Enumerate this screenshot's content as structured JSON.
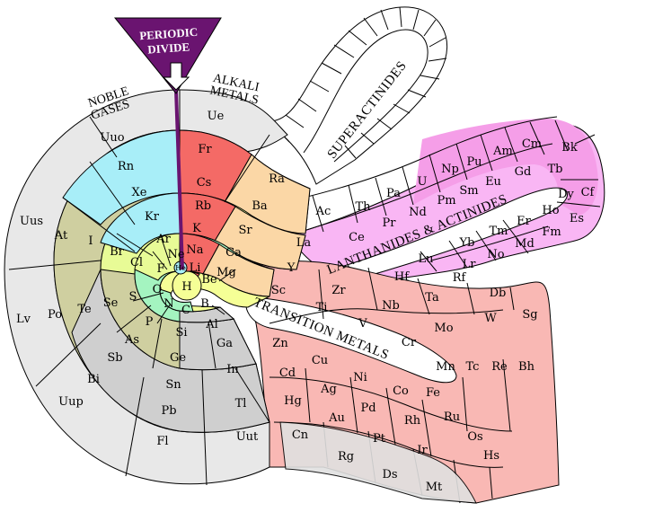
{
  "colors": {
    "alkali": "#f46a66",
    "alkaline_earth": "#fbd7a6",
    "noble": "#a8eef8",
    "halogen_region": "#e8fb96",
    "pnictogen_region": "#a4f4c0",
    "metalloid_outer": "#cfcfa0",
    "post_transition": "#cfcfcf",
    "unknown": "#e8e8e8",
    "lanthanide": "#f9b6f4",
    "actinide_alt": "#f59ee8",
    "transition": "#f9b8b4",
    "center": "#f5ff96",
    "divide": "#6a1470",
    "outline": "#000000"
  },
  "labels": {
    "periodic_divide": [
      "PERIODIC",
      "DIVIDE"
    ],
    "alkali_metals": [
      "ALKALI",
      "METALS"
    ],
    "noble_gases": [
      "NOBLE",
      "GASES"
    ],
    "superactinides": "SUPERACTINIDES",
    "lanthanides_actinides": "LANTHANIDES & ACTINIDES",
    "transition_metals": "TRANSITION METALS"
  },
  "elements": {
    "center": [
      "H",
      "He"
    ],
    "ring": [
      "Li",
      "Be",
      "B",
      "C",
      "N",
      "O",
      "F",
      "Ne",
      "Na",
      "Mg",
      "Al",
      "Si",
      "P",
      "S",
      "Cl",
      "Ar",
      "K",
      "Ca",
      "Ga",
      "Ge",
      "As",
      "Se",
      "Br",
      "Kr",
      "Rb",
      "Sr",
      "In",
      "Sn",
      "Sb",
      "Te",
      "I",
      "Xe",
      "Cs",
      "Ba",
      "Tl",
      "Pb",
      "Bi",
      "Po",
      "At",
      "Rn",
      "Fr",
      "Ra",
      "Uut",
      "Fl",
      "Uup",
      "Lv",
      "Uus",
      "Uuo",
      "Ue"
    ],
    "lanthanides_actinides": [
      "La",
      "Ac",
      "Ce",
      "Th",
      "Pr",
      "Pa",
      "Nd",
      "U",
      "Pm",
      "Np",
      "Sm",
      "Pu",
      "Eu",
      "Am",
      "Gd",
      "Cm",
      "Tb",
      "Bk",
      "Dy",
      "Cf",
      "Ho",
      "Es",
      "Er",
      "Fm",
      "Tm",
      "Md",
      "Yb",
      "No",
      "Lu",
      "Lr"
    ],
    "transition": [
      "Y",
      "Sc",
      "Zr",
      "Ti",
      "Hf",
      "Rf",
      "Nb",
      "V",
      "Ta",
      "Db",
      "Mo",
      "Cr",
      "W",
      "Sg",
      "Mn",
      "Tc",
      "Re",
      "Bh",
      "Fe",
      "Ru",
      "Os",
      "Hs",
      "Co",
      "Rh",
      "Ir",
      "Mt",
      "Ni",
      "Pd",
      "Pt",
      "Ds",
      "Cu",
      "Ag",
      "Au",
      "Rg",
      "Zn",
      "Cd",
      "Hg",
      "Cn"
    ]
  }
}
